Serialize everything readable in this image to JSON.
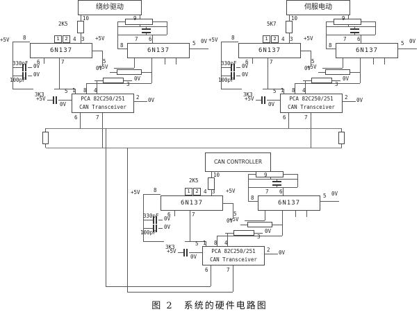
{
  "caption": "图 2　系统的硬件电路图",
  "ic": {
    "opto": "6N137",
    "trans_line1": "PCA 82C250/251",
    "trans_line2": "CAN Transceiver"
  },
  "lbl": {
    "v5": "+5V",
    "v0": "0V",
    "p1": "1",
    "p2": "2",
    "p3": "3",
    "p4": "4",
    "p5": "5",
    "p6": "6",
    "p7": "7",
    "p8": "8",
    "p9": "9",
    "p10": "10",
    "c330": "330pF",
    "c100": "100pF",
    "r3k3": "3K3"
  },
  "nodes": [
    {
      "device": "绕纱驱动",
      "res": "2K5"
    },
    {
      "device": "伺服电动",
      "res": "5K7"
    },
    {
      "device": "CAN\nCONTROLLER",
      "res": "2K5"
    }
  ]
}
